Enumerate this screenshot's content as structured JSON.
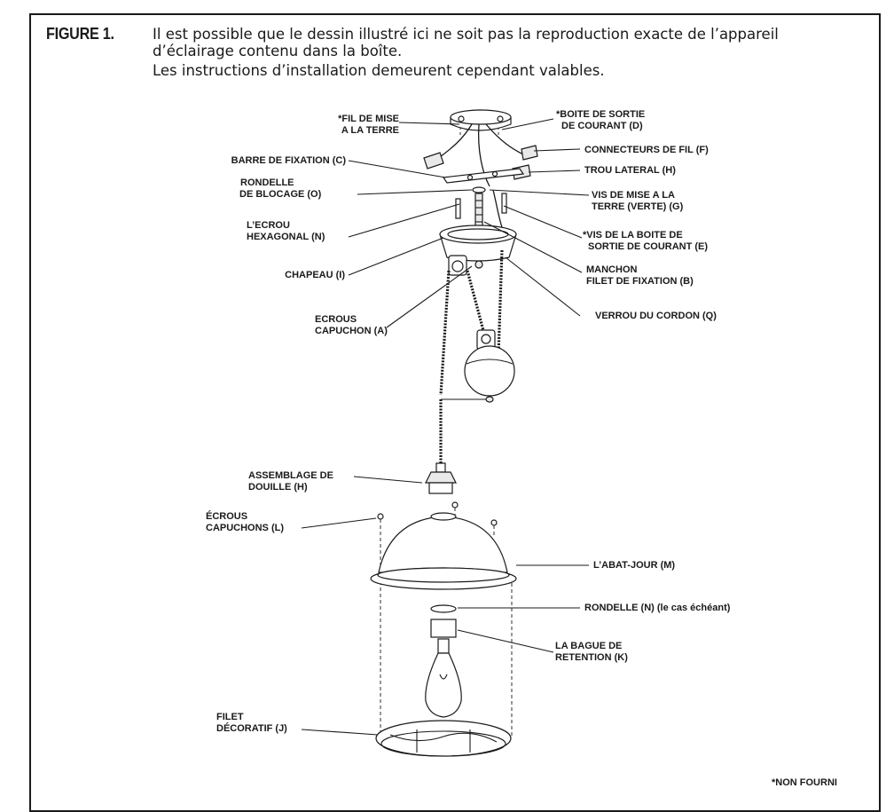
{
  "figure": {
    "label": "FIGURE 1.",
    "intro_line1": "Il est possible que le dessin illustré ici ne soit pas la reproduction exacte de l’appareil",
    "intro_line2": "d’éclairage contenu dans la boîte.",
    "intro_line3": "Les instructions d’installation demeurent cependant valables."
  },
  "labels": {
    "ground_wire_1": "*FIL DE MISE",
    "ground_wire_2": "A LA TERRE",
    "outlet_box_1": "*BOITE DE SORTIE",
    "outlet_box_2": "DE COURANT (D)",
    "wire_connectors": "CONNECTEURS DE FIL (F)",
    "mounting_bar": "BARRE DE FIXATION (C)",
    "side_hole": "TROU LATERAL (H)",
    "lock_washer_1": "RONDELLE",
    "lock_washer_2": "DE BLOCAGE (O)",
    "ground_screw_1": "VIS DE MISE A LA",
    "ground_screw_2": "TERRE (VERTE) (G)",
    "hex_nut_1": "L’ECROU",
    "hex_nut_2": "HEXAGONAL (N)",
    "box_screw_1": "*VIS DE LA BOITE DE",
    "box_screw_2": "SORTIE DE COURANT (E)",
    "canopy": "CHAPEAU (I)",
    "threaded_pipe_1": "MANCHON",
    "threaded_pipe_2": "FILET DE FIXATION (B)",
    "cap_nuts_a_1": "ECROUS",
    "cap_nuts_a_2": "CAPUCHON (A)",
    "cord_lock": "VERROU DU CORDON (Q)",
    "socket_1": "ASSEMBLAGE DE",
    "socket_2": "DOUILLE (H)",
    "cap_nuts_l_1": "ÉCROUS",
    "cap_nuts_l_2": "CAPUCHONS (L)",
    "shade": "L’ABAT-JOUR (M)",
    "washer": "RONDELLE (N) (le cas échéant)",
    "retaining_ring_1": "LA BAGUE DE",
    "retaining_ring_2": "RETENTION (K)",
    "deco_net_1": "FILET",
    "deco_net_2": "DÉCORATIF (J)",
    "not_supplied": "*NON FOURNI"
  }
}
